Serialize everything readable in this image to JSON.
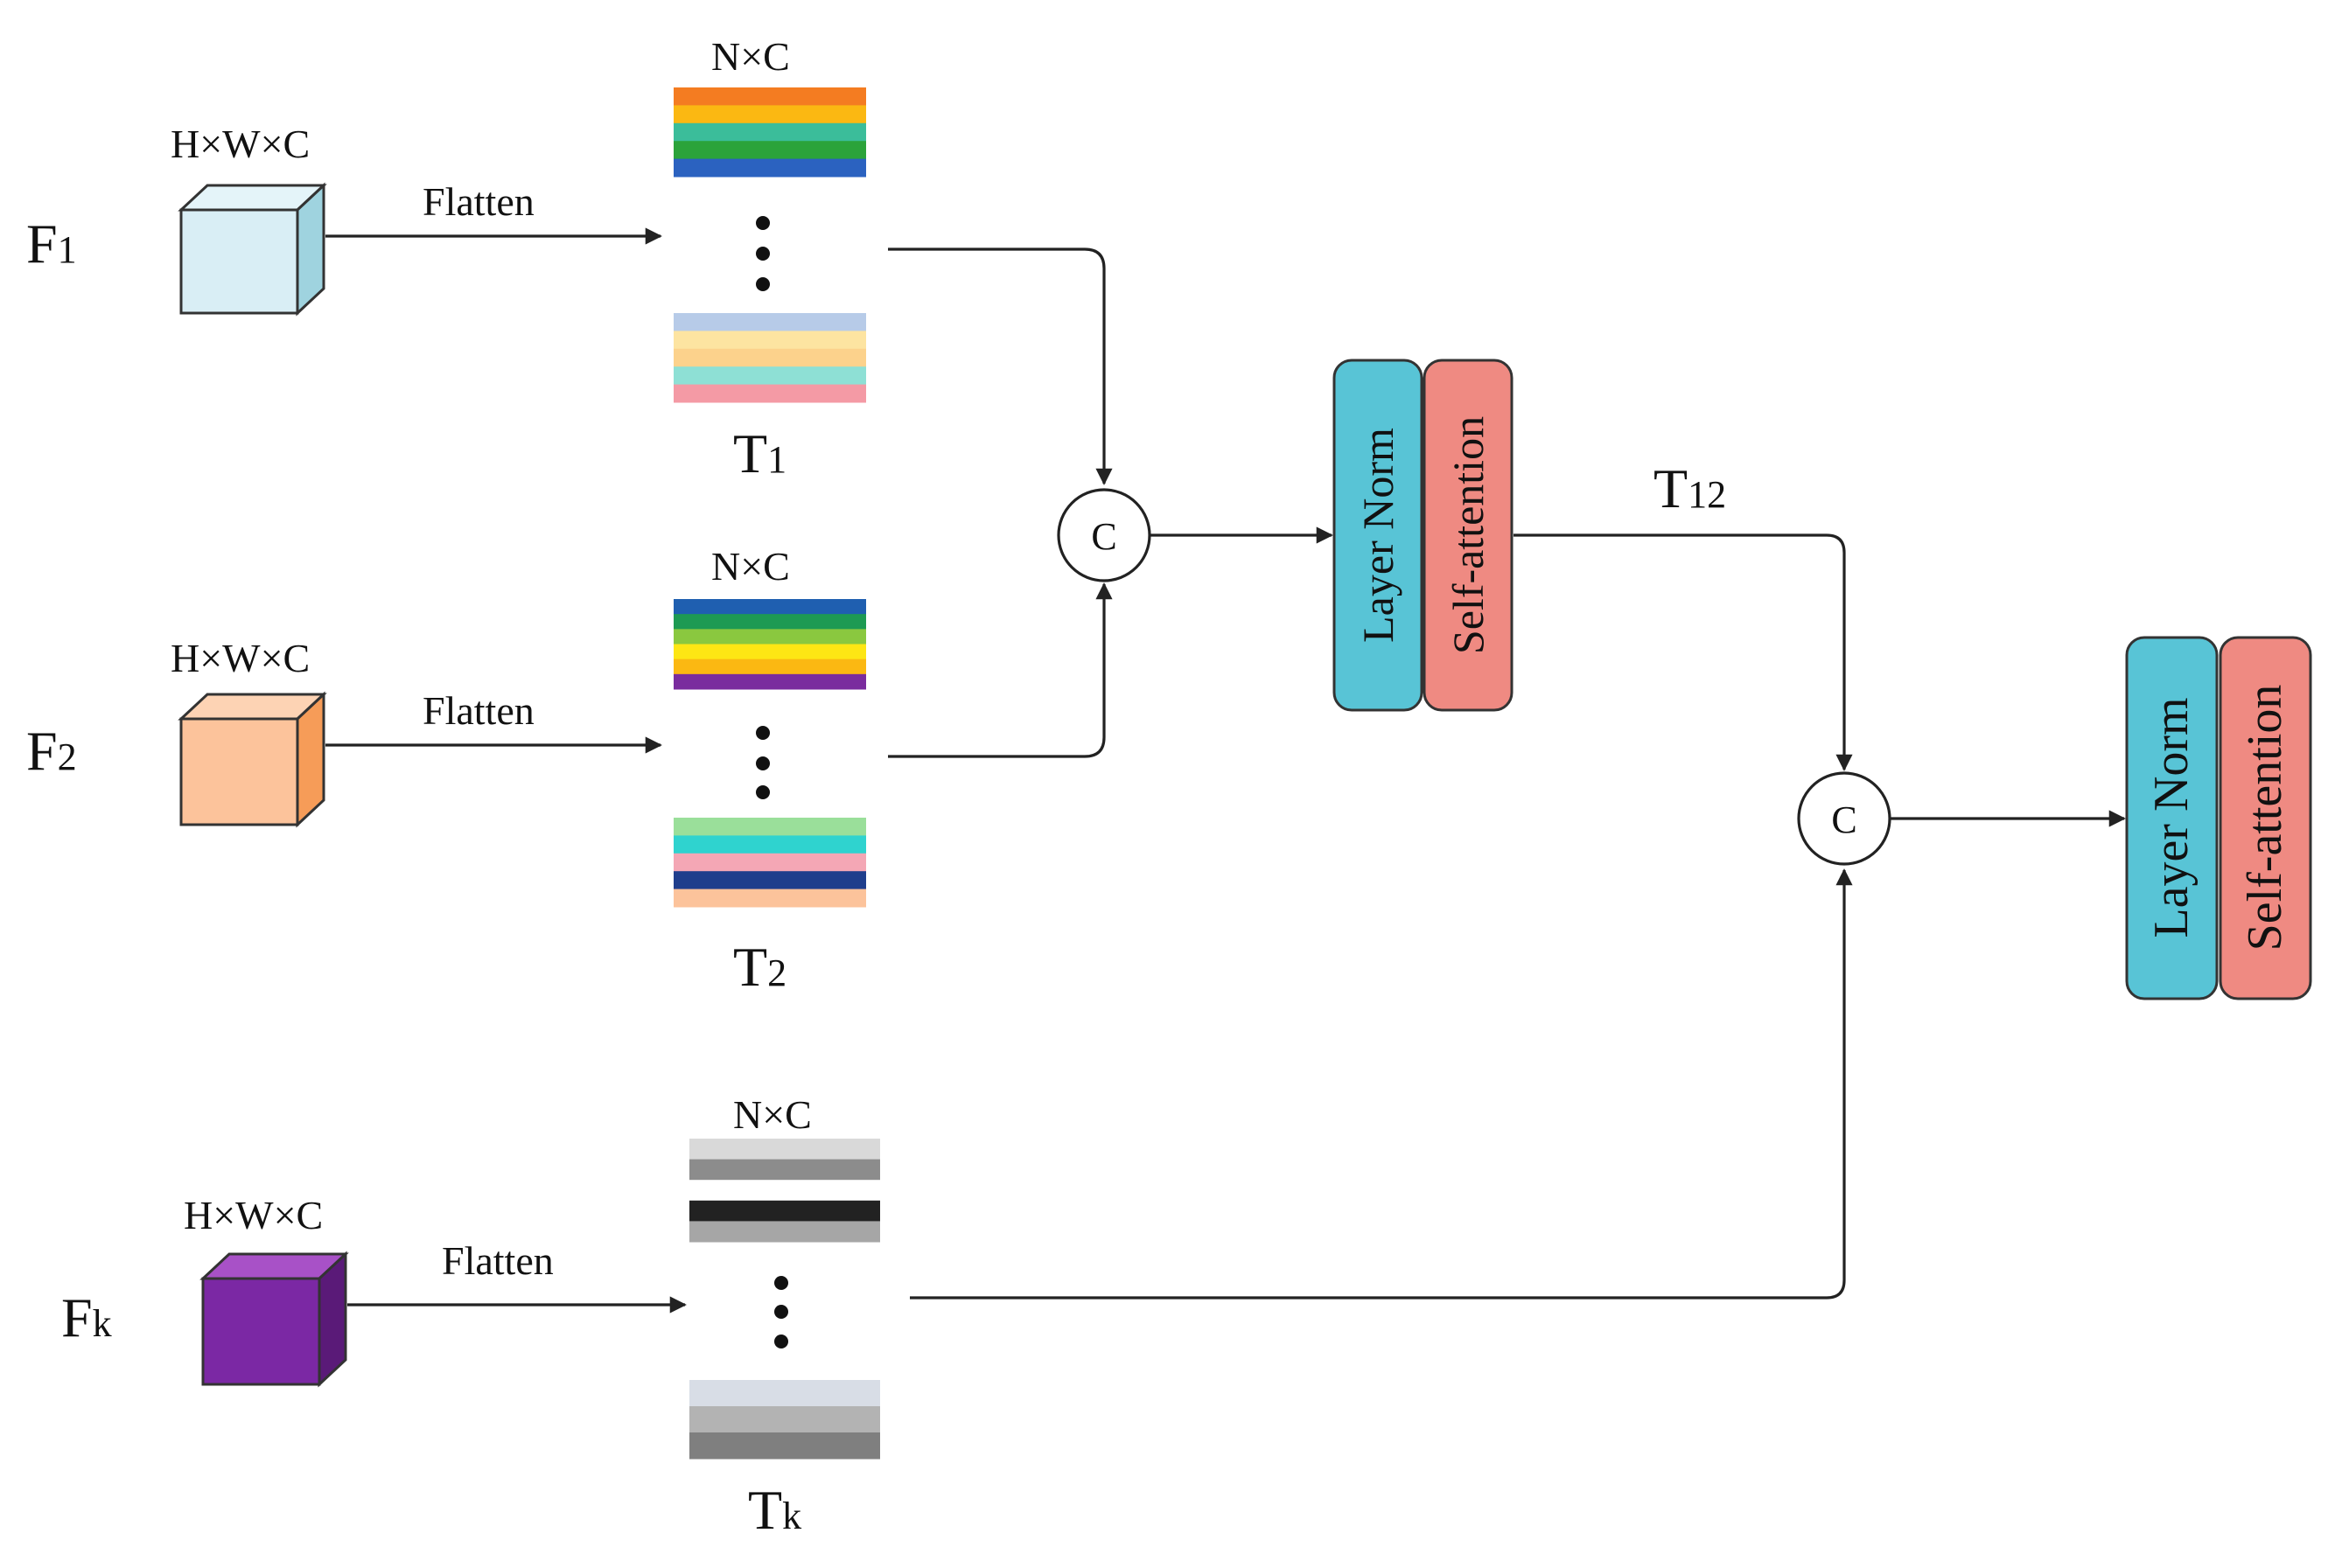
{
  "colors": {
    "cube1": {
      "front": "#d9eef5",
      "top": "#e4f4f9",
      "side": "#9fd3df"
    },
    "cube2": {
      "front": "#fcc39b",
      "top": "#fdd3b4",
      "side": "#f69c58"
    },
    "cubek": {
      "front": "#7b28a4",
      "top": "#a851c7",
      "side": "#5a1a78"
    },
    "layer_norm": "#58c4d6",
    "self_attention": "#ef8a82",
    "line": "#222222"
  },
  "inputs": [
    {
      "name": "F",
      "sub": "1",
      "dims": "H×W×C",
      "op": "Flatten"
    },
    {
      "name": "F",
      "sub": "2",
      "dims": "H×W×C",
      "op": "Flatten"
    },
    {
      "name": "F",
      "sub": "k",
      "dims": "H×W×C",
      "op": "Flatten"
    }
  ],
  "tokens": [
    {
      "name": "T",
      "sub": "1",
      "dims": "N×C",
      "top_colors": [
        "#f47c21",
        "#fbb812",
        "#3bbd9a",
        "#2ba33a",
        "#2b62c0"
      ],
      "bottom_colors": [
        "#b7cbe8",
        "#fde4a1",
        "#fcd28c",
        "#8ee0d5",
        "#f49aa5"
      ]
    },
    {
      "name": "T",
      "sub": "2",
      "dims": "N×C",
      "top_colors": [
        "#1f5fb0",
        "#1d9a53",
        "#8ac83f",
        "#fde614",
        "#fbb812",
        "#7a2c9e"
      ],
      "bottom_colors": [
        "#9adf9a",
        "#2fd3cf",
        "#f4a7b5",
        "#1f3e8c",
        "#fcc39b"
      ]
    },
    {
      "name": "T",
      "sub": "k",
      "dims": "N×C",
      "top_colors": [
        "#d9d9d9",
        "#8c8c8c",
        "#ffffff",
        "#222222",
        "#a6a6a6"
      ],
      "bottom_colors": [
        "#d8dde6",
        "#b3b3b3",
        "#7f7f7f"
      ]
    }
  ],
  "concat_symbol": "C",
  "blocks": {
    "layer_norm": "Layer Norm",
    "self_attention": "Self-attention"
  },
  "fused": {
    "name": "T",
    "sub": "12"
  }
}
